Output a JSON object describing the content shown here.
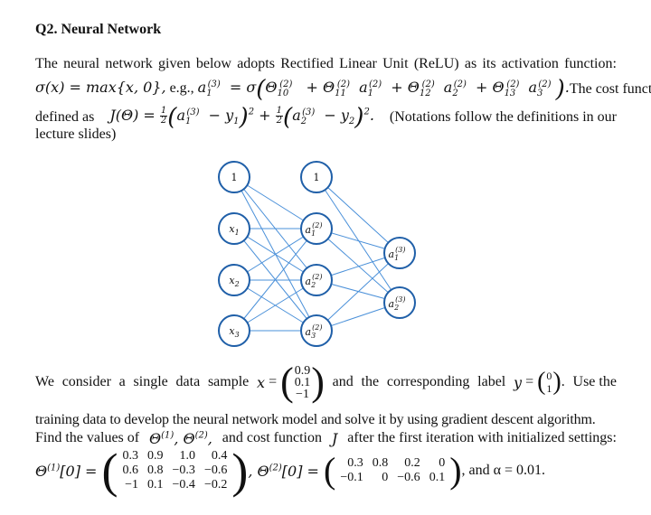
{
  "title": "Q2. Neural Network",
  "intro_line1_parts": [
    "The",
    "neural",
    "network",
    "given",
    "below",
    "adopts",
    "Rectified",
    "Linear",
    "Unit",
    "(ReLU)",
    "as",
    "its",
    "activation",
    "function:"
  ],
  "eg_text": "e.g.,",
  "relu_def": "σ(x) = max{x, 0},",
  "cost_is": "The cost function is",
  "defined_as": "defined as",
  "notations": "(Notations follow the definitions in our",
  "lecture_slides": "lecture slides)",
  "network": {
    "input_nodes": [
      "1",
      "x1",
      "x2",
      "x3"
    ],
    "hidden_nodes": [
      "1",
      "a1(2)",
      "a2(2)",
      "a3(2)"
    ],
    "output_nodes": [
      "a1(3)",
      "a2(3)"
    ]
  },
  "sample_text_parts": [
    "We",
    "consider",
    "a",
    "single",
    "data",
    "sample"
  ],
  "x_vector": [
    "0.9",
    "0.1",
    "−1"
  ],
  "label_text_parts": [
    "and",
    "the",
    "corresponding",
    "label"
  ],
  "y_vector": [
    "0",
    "1"
  ],
  "use_the": "Use the",
  "training_line": "training data to develop the neural network model and solve it by using gradient descent algorithm.",
  "find_line_a": "Find the values of",
  "find_line_b": "and cost function",
  "find_line_c": "after the first iteration with initialized settings:",
  "theta1": [
    [
      "0.3",
      "0.9",
      "1.0",
      "0.4"
    ],
    [
      "0.6",
      "0.8",
      "−0.3",
      "−0.6"
    ],
    [
      "−1",
      "0.1",
      "−0.4",
      "−0.2"
    ]
  ],
  "theta2": [
    [
      "0.3",
      "0.8",
      "0.2",
      "0"
    ],
    [
      "−0.1",
      "0",
      "−0.6",
      "0.1"
    ]
  ],
  "alpha_text": "and α = 0.01."
}
